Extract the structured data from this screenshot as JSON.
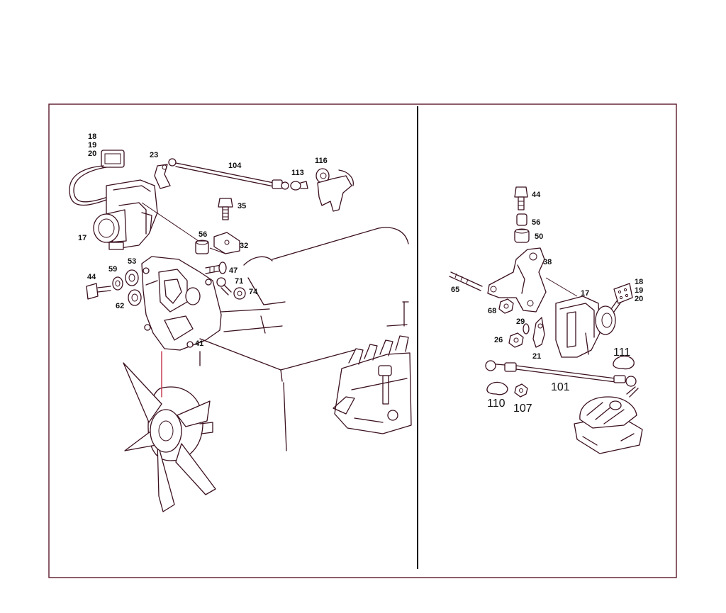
{
  "colors": {
    "frame": "#5a1a2a",
    "line": "#3a1020",
    "accent": "#c0203a",
    "divider": "#000000",
    "background": "#ffffff"
  },
  "left_panel": {
    "callouts": {
      "c18": "18",
      "c19": "19",
      "c20": "20",
      "c23": "23",
      "c104": "104",
      "c113": "113",
      "c116": "116",
      "c35": "35",
      "c17": "17",
      "c56": "56",
      "c32": "32",
      "c44": "44",
      "c59": "59",
      "c53": "53",
      "c47": "47",
      "c71": "71",
      "c74": "74",
      "c62": "62",
      "c41": "41"
    }
  },
  "right_panel": {
    "callouts": {
      "c44": "44",
      "c56": "56",
      "c50": "50",
      "c38": "38",
      "c65": "65",
      "c17": "17",
      "c18": "18",
      "c19": "19",
      "c20": "20",
      "c68": "68",
      "c29": "29",
      "c26": "26",
      "c21": "21",
      "c111": "111",
      "c101": "101",
      "c110": "110",
      "c107": "107"
    }
  }
}
